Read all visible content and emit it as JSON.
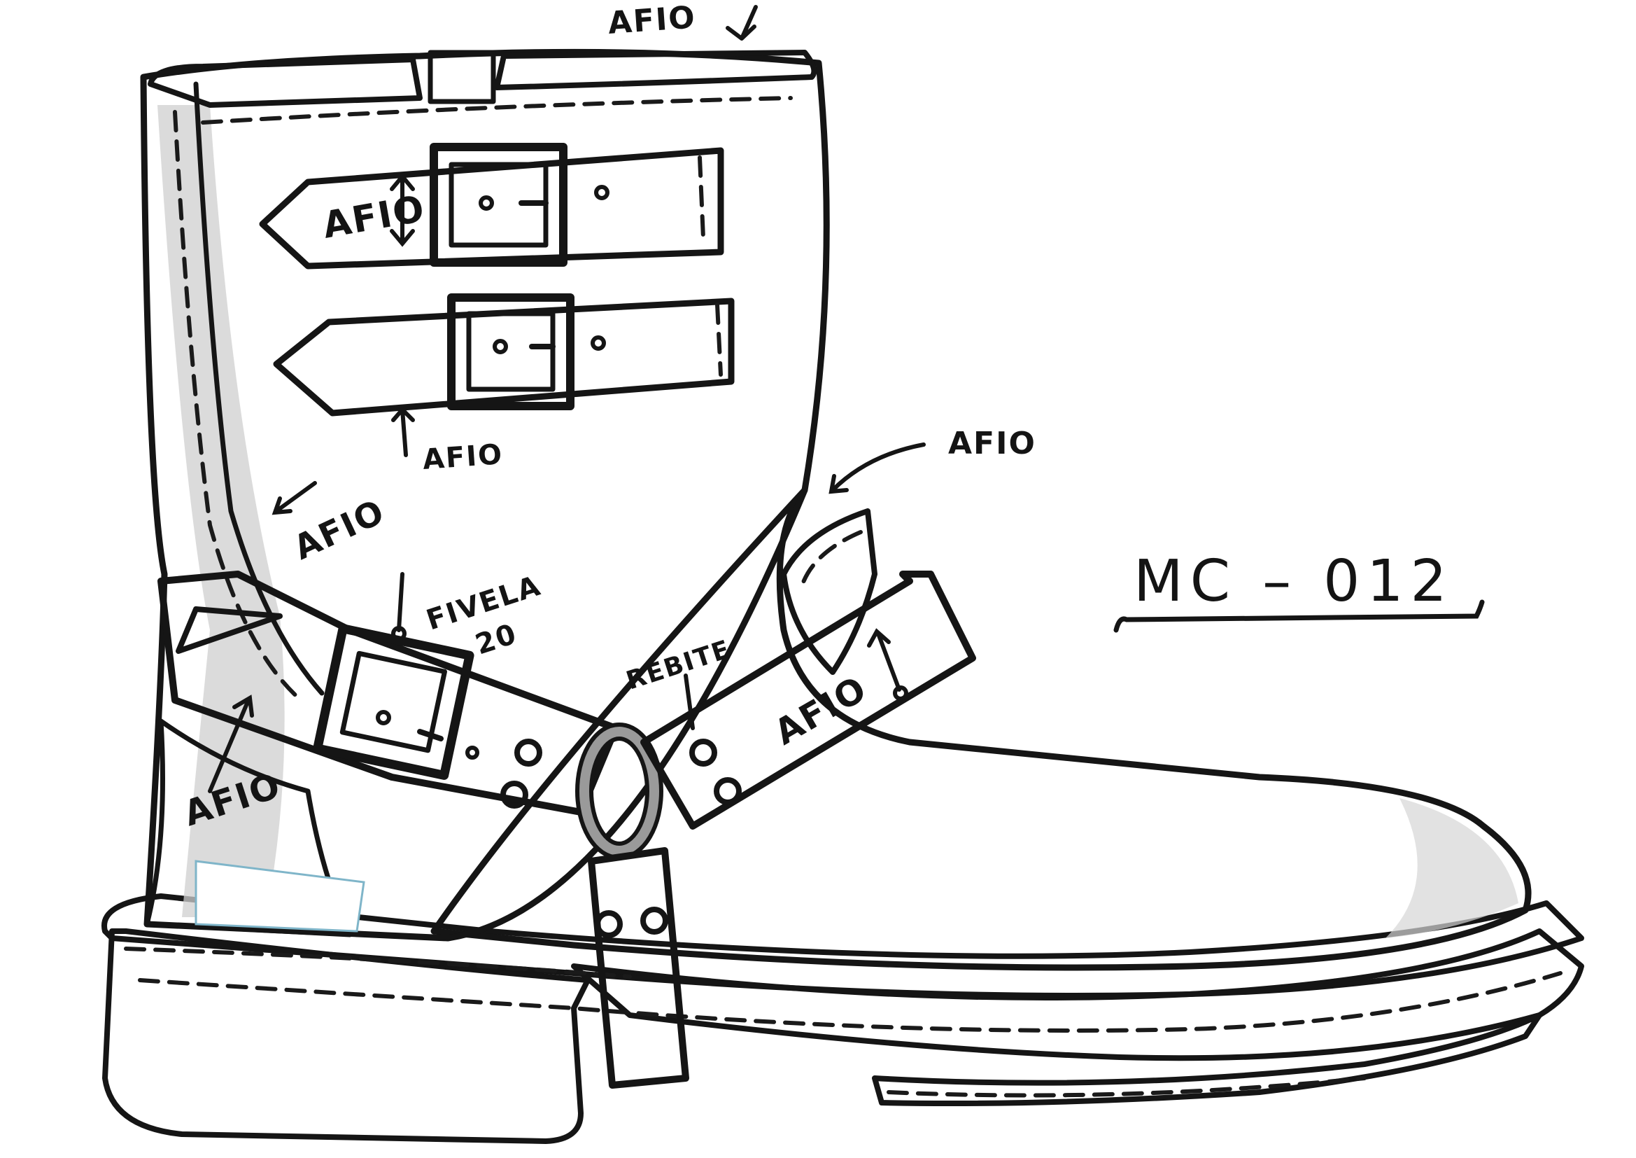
{
  "model_code": "MC – 012",
  "colors": {
    "ink": "#151515",
    "leather": "#f4f4f4",
    "shadow": "#cfcfcf",
    "strap": "#6fb8cf",
    "sole": "#a08a80",
    "lining": "#f3e6a6",
    "metal": "#9a9a9a"
  },
  "annotations": {
    "afio_top": "AFIO",
    "afio_strap1": "AFIO",
    "afio_strap2": "AFIO",
    "afio_shaft": "AFIO",
    "afio_right": "AFIO",
    "afio_harness_right": "AFIO",
    "afio_harness_left": "AFIO",
    "fivela_line1": "FIVELA",
    "fivela_line2": "20",
    "rebite": "REBITE"
  }
}
